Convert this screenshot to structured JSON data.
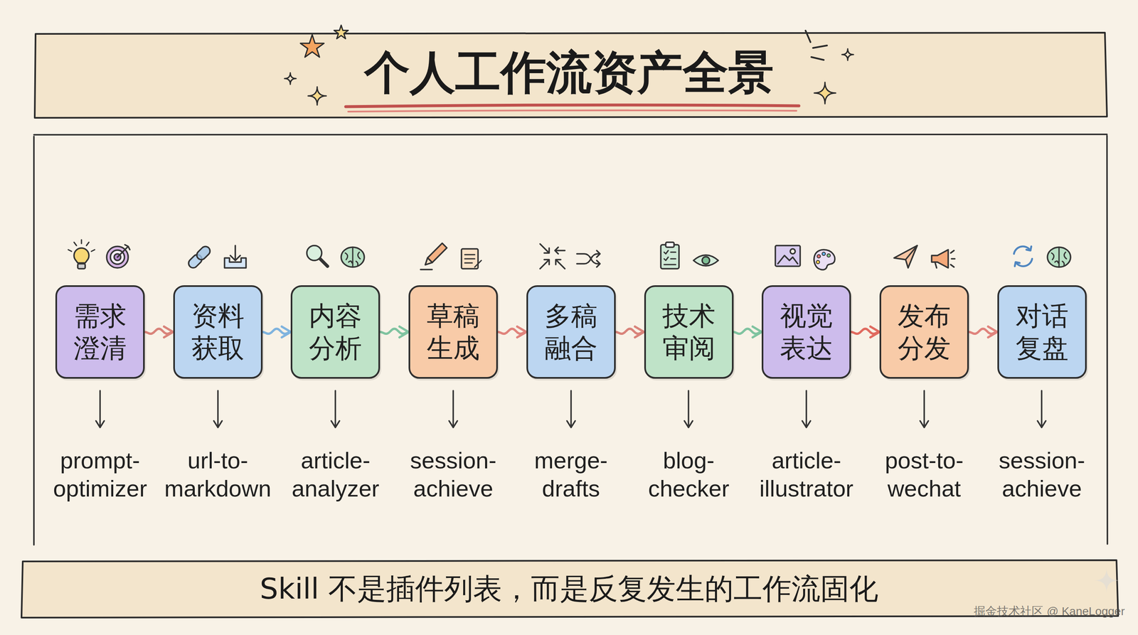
{
  "diagram": {
    "title": "个人工作流资产全景",
    "caption": "Skill 不是插件列表，而是反复发生的工作流固化",
    "nodes": [
      {
        "text": [
          "需求 澄清"
        ]
      },
      {
        "text": [
          "资料 获取"
        ]
      },
      {
        "text": [
          "内容 分析"
        ]
      },
      {
        "text": [
          "草稿 生成"
        ]
      },
      {
        "text": [
          "多稿 融合"
        ]
      },
      {
        "text": [
          "技术 审阅"
        ]
      },
      {
        "text": [
          "视觉 表达"
        ]
      },
      {
        "text": [
          "发布 分发"
        ]
      },
      {
        "text": [
          "对话 复盘"
        ]
      }
    ],
    "edges": [
      {
        "from": 0,
        "to": 1,
        "arrow": "to"
      },
      {
        "from": 1,
        "to": 2,
        "arrow": "to"
      },
      {
        "from": 2,
        "to": 3,
        "arrow": "to"
      },
      {
        "from": 3,
        "to": 4,
        "arrow": "to"
      },
      {
        "from": 4,
        "to": 5,
        "arrow": "to"
      },
      {
        "from": 5,
        "to": 6,
        "arrow": "to"
      },
      {
        "from": 6,
        "to": 7,
        "arrow": "to"
      },
      {
        "from": 7,
        "to": 8,
        "arrow": "to"
      }
    ],
    "labels": [
      "prompt-optimizer",
      "url-to-markdown",
      "article-analyzer",
      "session-achieve",
      "merge-drafts",
      "blog-checker",
      "article-illustrator",
      "post-to-wechat",
      "session-achieve",
      "掘金技术社区 @ KaneLogger"
    ]
  }
}
